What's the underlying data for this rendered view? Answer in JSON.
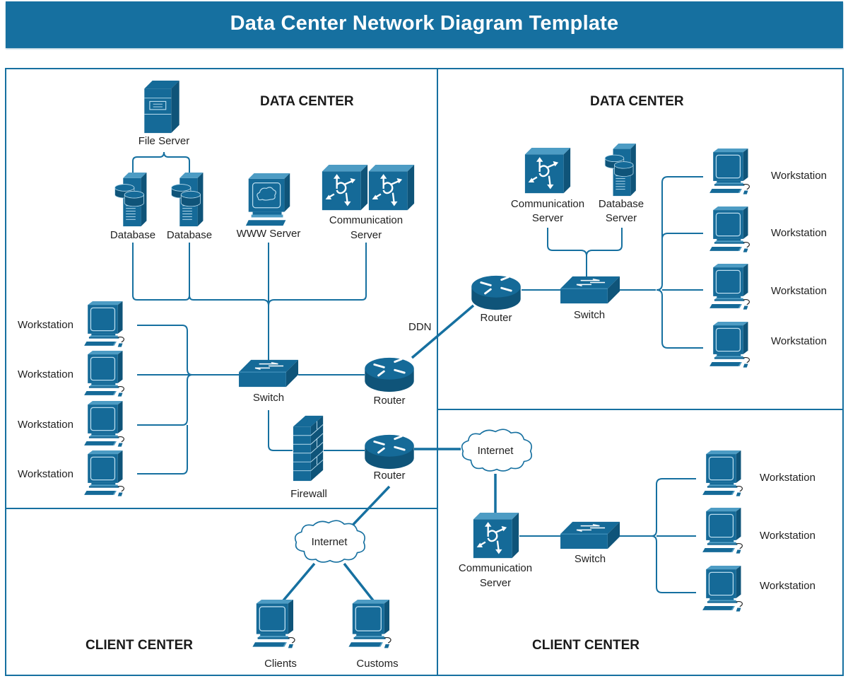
{
  "title": "Data Center Network Diagram Template",
  "colors": {
    "brand": "#1670a0",
    "device": "#156a98",
    "device_dark": "#0f5479",
    "device_light": "#4d9cc4",
    "background": "#ffffff",
    "text": "#222222"
  },
  "sections": {
    "top_left": "DATA CENTER",
    "top_right": "DATA CENTER",
    "bottom_left": "CLIENT CENTER",
    "bottom_right": "CLIENT CENTER"
  },
  "data_center_1": {
    "file_server": {
      "label": "File Server",
      "icon": "file-server-icon"
    },
    "databases": [
      {
        "label": "Database",
        "icon": "database-icon"
      },
      {
        "label": "Database",
        "icon": "database-icon"
      }
    ],
    "www_server": {
      "label": "WWW Server",
      "icon": "www-server-icon"
    },
    "communication_server": {
      "label_line1": "Communication",
      "label_line2": "Server",
      "icon": "communication-server-icon"
    },
    "workstations": [
      {
        "label": "Workstation"
      },
      {
        "label": "Workstation"
      },
      {
        "label": "Workstation"
      },
      {
        "label": "Workstation"
      }
    ],
    "switch": {
      "label": "Switch",
      "icon": "switch-icon"
    },
    "router_ddn": {
      "label": "Router",
      "icon": "router-icon"
    },
    "router_internet": {
      "label": "Router",
      "icon": "router-icon"
    },
    "firewall": {
      "label": "Firewall",
      "icon": "firewall-icon"
    },
    "ddn_label": "DDN"
  },
  "data_center_2": {
    "communication_server": {
      "label_line1": "Communication",
      "label_line2": "Server"
    },
    "database_server": {
      "label_line1": "Database",
      "label_line2": "Server"
    },
    "router": {
      "label": "Router"
    },
    "switch": {
      "label": "Switch"
    },
    "workstations": [
      {
        "label": "Workstation"
      },
      {
        "label": "Workstation"
      },
      {
        "label": "Workstation"
      },
      {
        "label": "Workstation"
      }
    ]
  },
  "client_center_1": {
    "internet": {
      "label": "Internet",
      "icon": "cloud-icon"
    },
    "clients": {
      "label": "Clients"
    },
    "customs": {
      "label": "Customs"
    }
  },
  "client_center_2": {
    "internet": {
      "label": "Internet",
      "icon": "cloud-icon"
    },
    "communication_server": {
      "label_line1": "Communication",
      "label_line2": "Server"
    },
    "switch": {
      "label": "Switch"
    },
    "workstations": [
      {
        "label": "Workstation"
      },
      {
        "label": "Workstation"
      },
      {
        "label": "Workstation"
      }
    ]
  }
}
